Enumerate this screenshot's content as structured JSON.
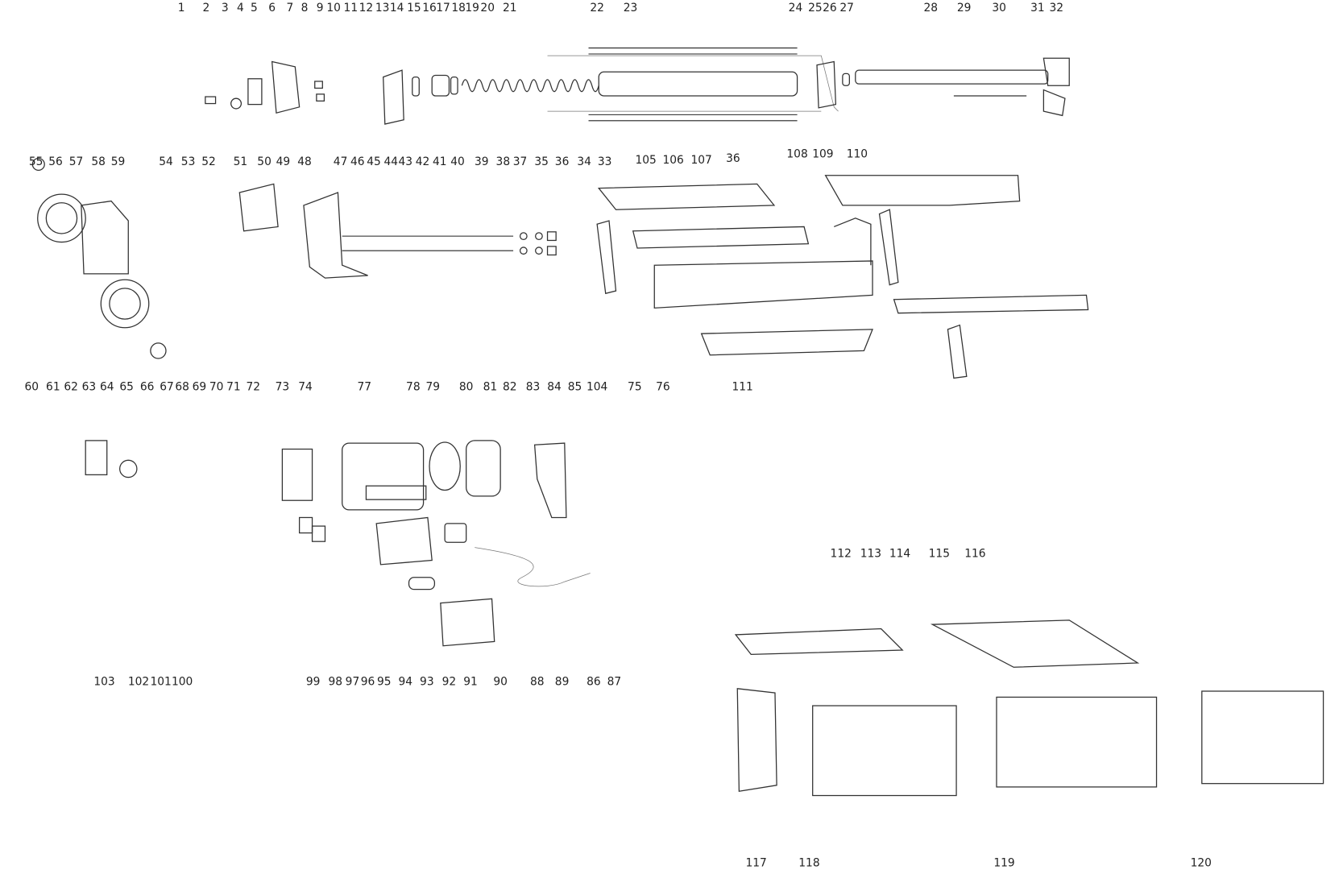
{
  "diagram": {
    "type": "exploded-parts-diagram",
    "labels": [
      "1",
      "2",
      "3",
      "4",
      "5",
      "6",
      "7",
      "8",
      "9",
      "10",
      "11",
      "12",
      "13",
      "14",
      "15",
      "16",
      "17",
      "18",
      "19",
      "20",
      "21",
      "22",
      "23",
      "24",
      "25",
      "26",
      "27",
      "28",
      "29",
      "30",
      "31",
      "32",
      "47",
      "46",
      "45",
      "44",
      "43",
      "42",
      "41",
      "40",
      "39",
      "38",
      "37",
      "35",
      "36",
      "34",
      "33",
      "105",
      "106",
      "107",
      "36",
      "108",
      "109",
      "110",
      "55",
      "56",
      "57",
      "58",
      "59",
      "54",
      "53",
      "52",
      "51",
      "50",
      "49",
      "48",
      "104",
      "75",
      "76",
      "111",
      "60",
      "61",
      "62",
      "63",
      "64",
      "65",
      "66",
      "67",
      "68",
      "69",
      "70",
      "71",
      "72",
      "73",
      "74",
      "77",
      "78",
      "79",
      "80",
      "81",
      "82",
      "83",
      "84",
      "85",
      "103",
      "102",
      "101",
      "100",
      "99",
      "98",
      "97",
      "96",
      "95",
      "94",
      "93",
      "92",
      "91",
      "90",
      "88",
      "89",
      "86",
      "87",
      "112",
      "113",
      "114",
      "115",
      "116",
      "117",
      "118",
      "119",
      "120"
    ]
  }
}
